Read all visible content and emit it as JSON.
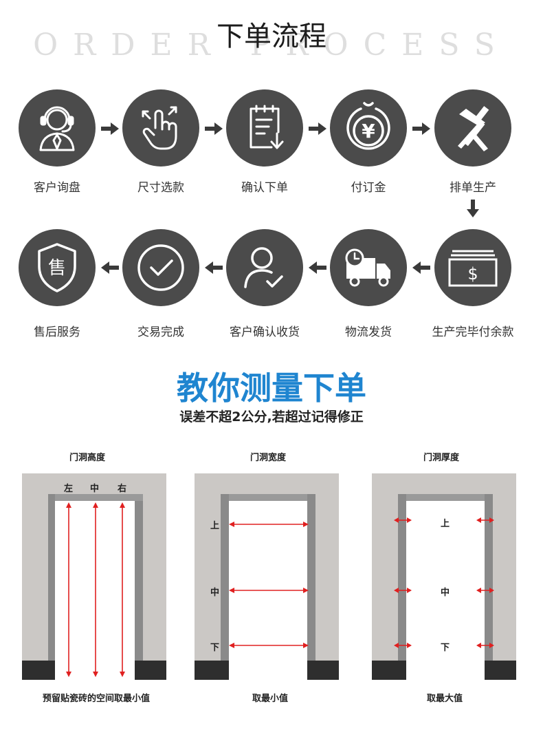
{
  "header": {
    "bg_text": "ORDER PROCESS",
    "title": "下单流程"
  },
  "process": {
    "row1": [
      "客户询盘",
      "尺寸选款",
      "确认下单",
      "付订金",
      "排单生产"
    ],
    "row2": [
      "售后服务",
      "交易完成",
      "客户确认收货",
      "物流发货",
      "生产完毕付余款"
    ],
    "icons": [
      "customer-service-icon",
      "hand-touch-icon",
      "order-document-icon",
      "yuan-coin-icon",
      "hammer-screwdriver-icon",
      "after-sales-shield-icon",
      "check-circle-icon",
      "user-check-icon",
      "delivery-truck-icon",
      "money-bill-icon"
    ],
    "icon_glyphs": {
      "yuan": "¥",
      "dollar": "$",
      "shield": "售"
    }
  },
  "measure": {
    "title": "教你测量下单",
    "subtitle": "误差不超2公分,若超过记得修正",
    "height": {
      "title": "门洞高度",
      "labels": [
        "左",
        "中",
        "右"
      ],
      "caption": "预留贴瓷砖的空间取最小值"
    },
    "width": {
      "title": "门洞宽度",
      "labels": [
        "上",
        "中",
        "下"
      ],
      "caption": "取最小值"
    },
    "thickness": {
      "title": "门洞厚度",
      "labels": [
        "上",
        "中",
        "下"
      ],
      "caption": "取最大值"
    }
  },
  "colors": {
    "circle": "#4b4b4b",
    "arrow": "#3a3a3a",
    "title_blue": "#1f85d0",
    "measure_red": "#e02020",
    "wall": "#cbc8c5",
    "frame": "#8a8a8a",
    "baseboard": "#2e2e2e"
  }
}
